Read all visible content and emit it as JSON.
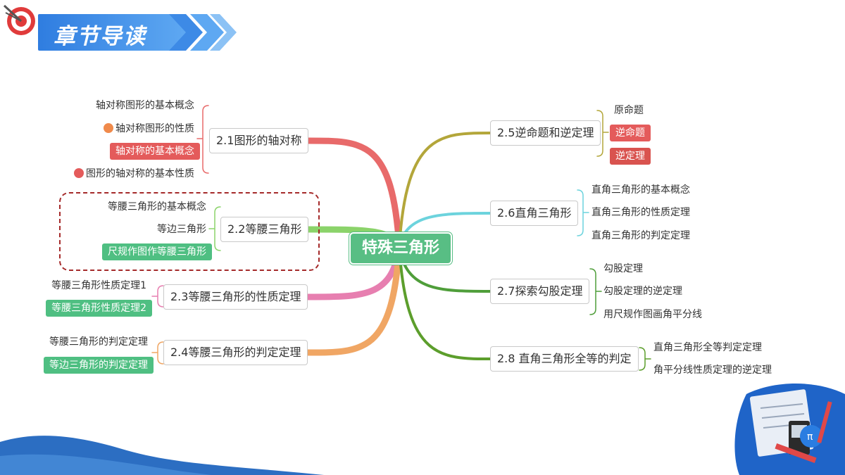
{
  "header": {
    "title": "章节导读"
  },
  "center": {
    "label": "特殊三角形"
  },
  "left": [
    {
      "label": "2.1图形的轴对称",
      "leaves": [
        {
          "text": "轴对称图形的基本概念",
          "style": "plain",
          "icon": ""
        },
        {
          "text": "轴对称图形的性质",
          "style": "plain",
          "icon": "star-icon"
        },
        {
          "text": "轴对称的基本概念",
          "style": "red",
          "icon": ""
        },
        {
          "text": "图形的轴对称的基本性质",
          "style": "plain",
          "icon": "flag-icon"
        }
      ]
    },
    {
      "label": "2.2等腰三角形",
      "leaves": [
        {
          "text": "等腰三角形的基本概念",
          "style": "plain",
          "icon": ""
        },
        {
          "text": "等边三角形",
          "style": "plain",
          "icon": ""
        },
        {
          "text": "尺规作图作等腰三角形",
          "style": "green",
          "icon": ""
        }
      ]
    },
    {
      "label": "2.3等腰三角形的性质定理",
      "leaves": [
        {
          "text": "等腰三角形性质定理1",
          "style": "plain",
          "icon": ""
        },
        {
          "text": "等腰三角形性质定理2",
          "style": "green",
          "icon": ""
        }
      ]
    },
    {
      "label": "2.4等腰三角形的判定定理",
      "leaves": [
        {
          "text": "等腰三角形的判定定理",
          "style": "plain",
          "icon": ""
        },
        {
          "text": "等边三角形的判定定理",
          "style": "green",
          "icon": ""
        }
      ]
    }
  ],
  "right": [
    {
      "label": "2.5逆命题和逆定理",
      "leaves": [
        {
          "text": "原命题",
          "style": "plain"
        },
        {
          "text": "逆命题",
          "style": "red"
        },
        {
          "text": "逆定理",
          "style": "darkred"
        }
      ]
    },
    {
      "label": "2.6直角三角形",
      "leaves": [
        {
          "text": "直角三角形的基本概念",
          "style": "plain"
        },
        {
          "text": "直角三角形的性质定理",
          "style": "plain"
        },
        {
          "text": "直角三角形的判定定理",
          "style": "plain"
        }
      ]
    },
    {
      "label": "2.7探索勾股定理",
      "leaves": [
        {
          "text": "勾股定理",
          "style": "plain"
        },
        {
          "text": "勾股定理的逆定理",
          "style": "plain"
        },
        {
          "text": "用尺规作图画角平分线",
          "style": "plain"
        }
      ]
    },
    {
      "label": "2.8 直角三角形全等的判定",
      "leaves": [
        {
          "text": "直角三角形全等判定定理",
          "style": "plain"
        },
        {
          "text": "角平分线性质定理的逆定理",
          "style": "plain"
        }
      ]
    }
  ],
  "colors": {
    "title_blue": "#2f7de0",
    "center_green": "#58be84",
    "branch_1": "#e86a6a",
    "branch_2": "#8bd36a",
    "branch_3": "#e77fb0",
    "branch_4": "#f0a664",
    "branch_5": "#b3a63a",
    "branch_6": "#6cd3dd",
    "branch_7": "#4f9e3a",
    "branch_8": "#5c9e2c",
    "tag_red": "#e45b5b",
    "tag_green": "#4fbf82"
  }
}
